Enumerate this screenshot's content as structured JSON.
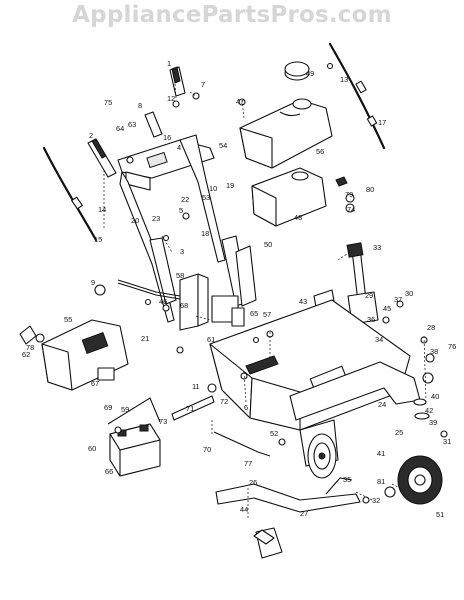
{
  "watermark": "AppliancePartsPros.com",
  "callouts": [
    "1",
    "2",
    "3",
    "4",
    "5",
    "6",
    "7",
    "8",
    "9",
    "10",
    "11",
    "12",
    "13",
    "14",
    "15",
    "16",
    "17",
    "18",
    "19",
    "20",
    "21",
    "22",
    "23",
    "24",
    "25",
    "26",
    "27",
    "28",
    "29",
    "30",
    "31",
    "32",
    "33",
    "34",
    "35",
    "36",
    "37",
    "38",
    "39",
    "40",
    "41",
    "42",
    "43",
    "44",
    "45",
    "46",
    "47",
    "48",
    "49",
    "50",
    "51",
    "52",
    "53",
    "54",
    "55",
    "56",
    "57",
    "58",
    "59",
    "60",
    "61",
    "62",
    "63",
    "64",
    "65",
    "66",
    "67",
    "68",
    "69",
    "70",
    "71",
    "72",
    "73",
    "74",
    "75",
    "76",
    "77",
    "78",
    "79",
    "80",
    "81"
  ]
}
